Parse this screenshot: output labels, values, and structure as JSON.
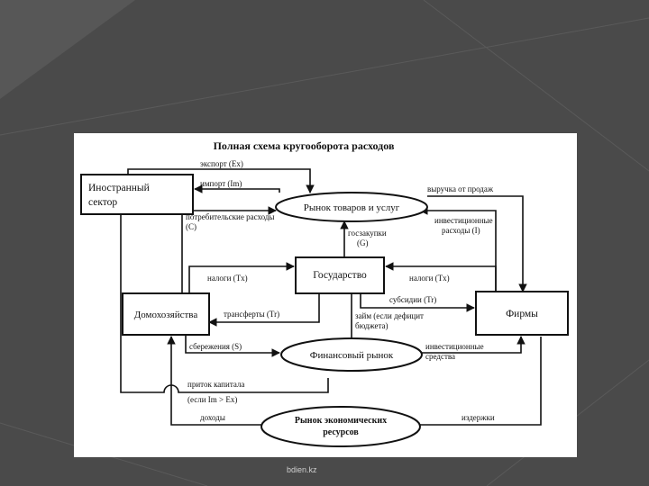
{
  "diagram": {
    "title": "Полная схема кругооборота расходов",
    "nodes": {
      "foreign_sector": [
        "Иностранный",
        "сектор"
      ],
      "goods_market": "Рынок товаров и услуг",
      "government": "Государство",
      "households": "Домохозяйства",
      "firms": "Фирмы",
      "financial_market": "Финансовый рынок",
      "resource_market": [
        "Рынок экономических",
        "ресурсов"
      ]
    },
    "labels": {
      "export": "экспорт (Ex)",
      "import": "импорт (Im)",
      "revenue": "выручка от продаж",
      "consumer_spending": [
        "потребительские расходы",
        "(C)"
      ],
      "gov_purchases": [
        "госзакупки",
        "(G)"
      ],
      "investment_spending": [
        "инвестиционные",
        "расходы (I)"
      ],
      "taxes_households": "налоги (Tx)",
      "taxes_firms": "налоги (Tx)",
      "subsidies": "субсидии (Tr)",
      "transfers": "трансферты (Tr)",
      "loans": [
        "займ (если дефицит",
        "бюджета)"
      ],
      "savings": "сбережения (S)",
      "investment_funds": [
        "инвестиционные",
        "средства"
      ],
      "capital_inflow": [
        "приток капитала",
        "(если Im > Ex)"
      ],
      "income": "доходы",
      "costs": "издержки"
    }
  },
  "footer": {
    "watermark": "bdien.kz"
  },
  "colors": {
    "background": "#4a4a4a",
    "slide": "#ffffff",
    "ink": "#111111"
  }
}
